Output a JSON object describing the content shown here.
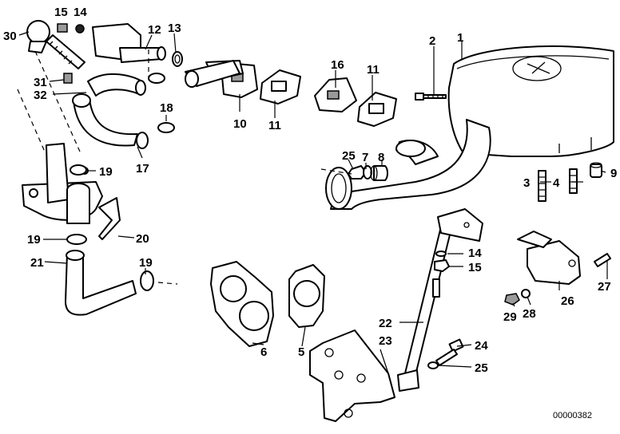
{
  "diagram": {
    "callouts": [
      "1",
      "2",
      "3",
      "4",
      "5",
      "6",
      "7",
      "8",
      "9",
      "10",
      "11",
      "11",
      "12",
      "13",
      "14",
      "14",
      "15",
      "15",
      "16",
      "17",
      "18",
      "19",
      "19",
      "19",
      "20",
      "21",
      "22",
      "23",
      "24",
      "25",
      "25",
      "26",
      "27",
      "28",
      "29",
      "30",
      "31",
      "32"
    ],
    "code": "00000382"
  }
}
